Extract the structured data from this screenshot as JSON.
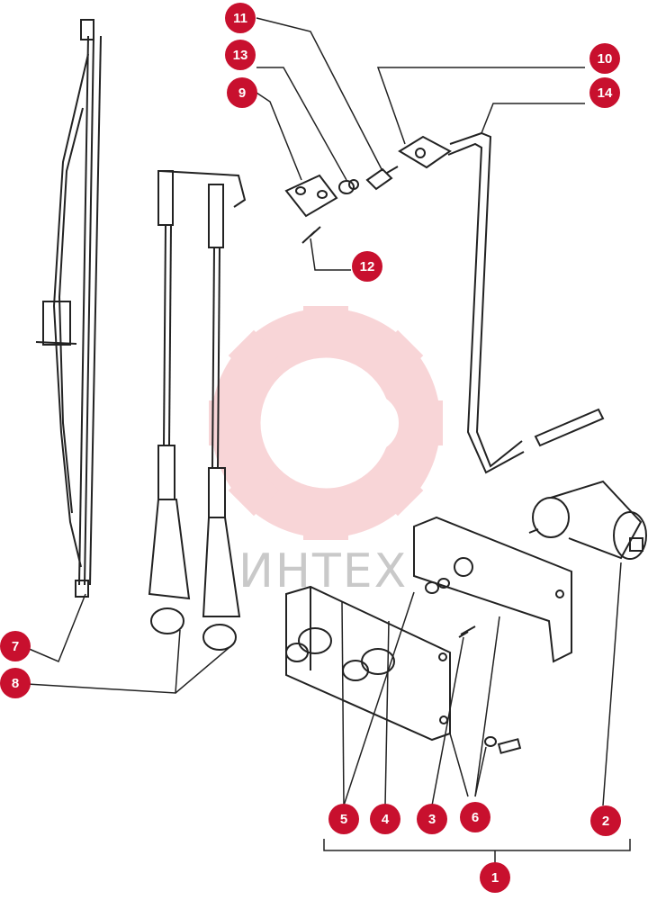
{
  "watermark": {
    "text": "ИНТЕХ",
    "color": "#f4b3b8"
  },
  "callout_color": "#c8102e",
  "callouts": {
    "c1": "1",
    "c2": "2",
    "c3": "3",
    "c4": "4",
    "c5": "5",
    "c6": "6",
    "c7": "7",
    "c8": "8",
    "c9": "9",
    "c10": "10",
    "c11": "11",
    "c12": "12",
    "c13": "13",
    "c14": "14"
  }
}
